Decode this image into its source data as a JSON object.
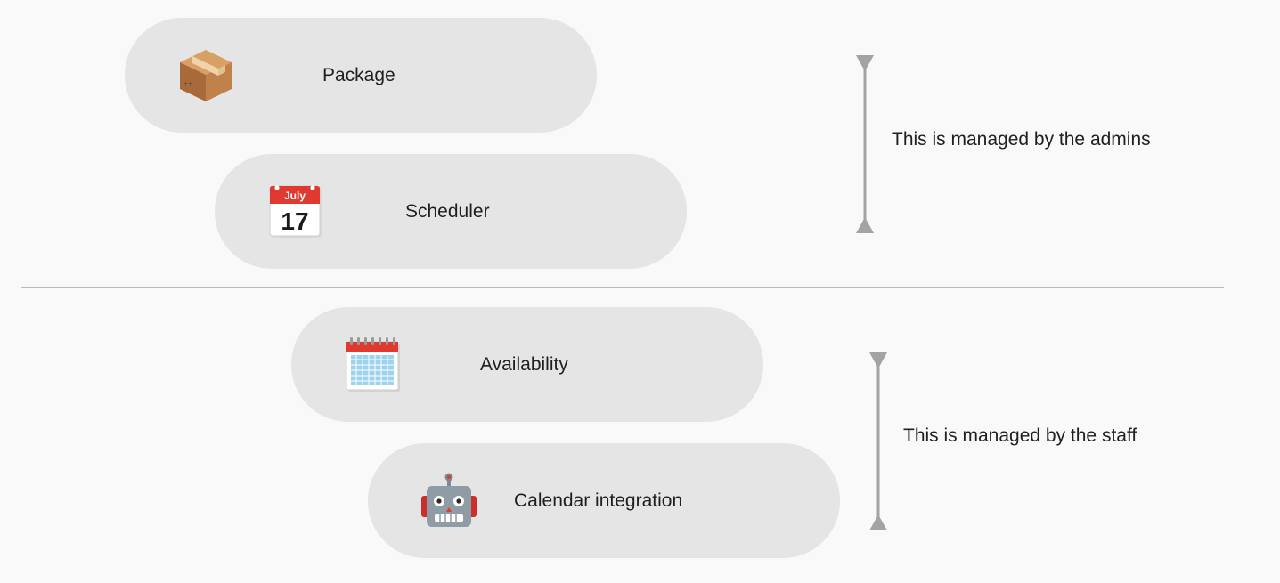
{
  "admin_group": {
    "items": [
      {
        "label": "Package",
        "icon": "package-icon"
      },
      {
        "label": "Scheduler",
        "icon": "calendar-date-icon",
        "icon_month": "July",
        "icon_day": "17"
      }
    ],
    "note": "This is managed by the admins"
  },
  "staff_group": {
    "items": [
      {
        "label": "Availability",
        "icon": "spiral-calendar-icon"
      },
      {
        "label": "Calendar integration",
        "icon": "robot-icon"
      }
    ],
    "note": "This is managed by the staff"
  },
  "colors": {
    "background": "#f9f9f9",
    "pill": "#e5e5e5",
    "bracket": "#a3a3a3",
    "divider": "#b9b9b9",
    "text": "#1f1f1f"
  }
}
